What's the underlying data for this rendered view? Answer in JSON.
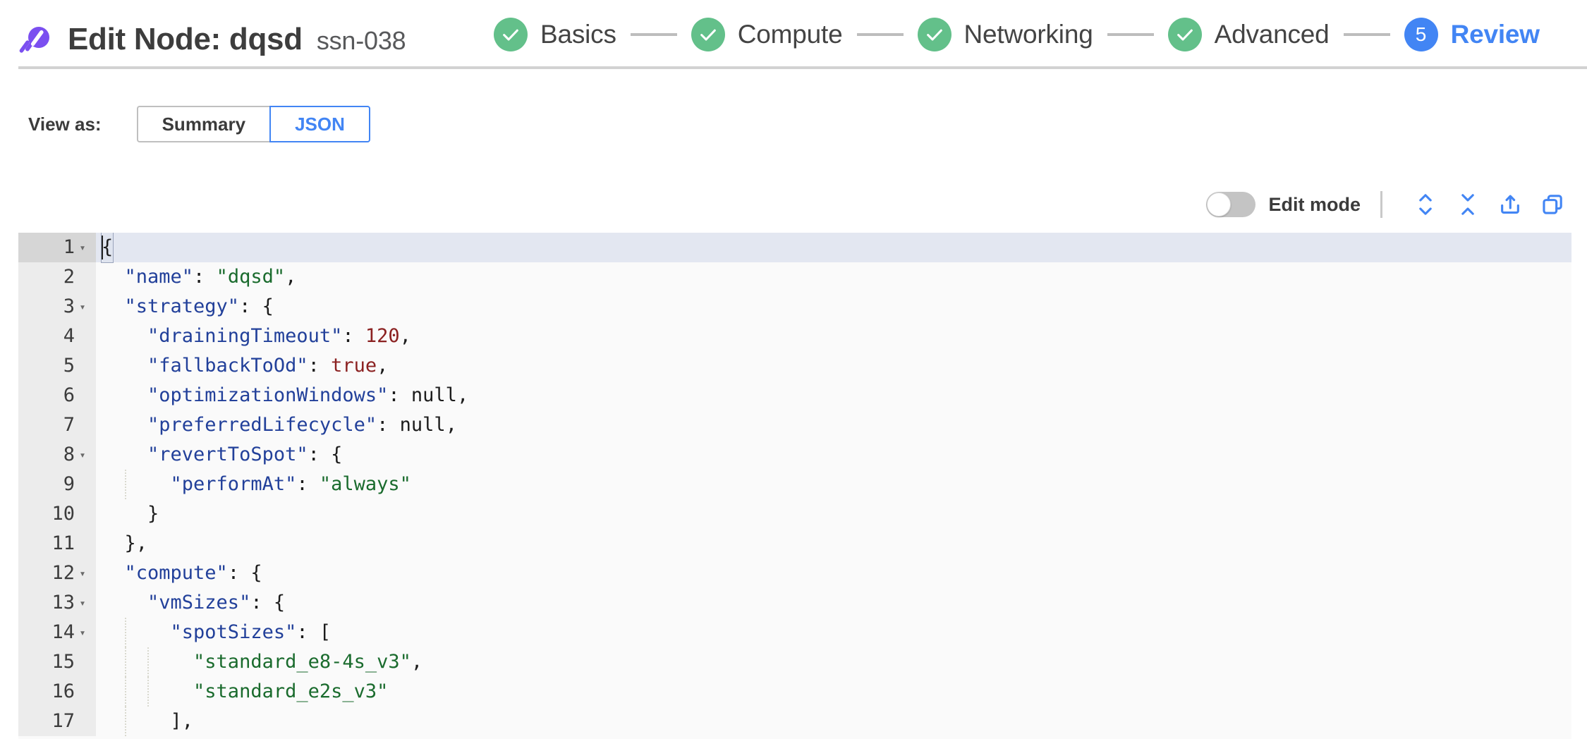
{
  "header": {
    "logo_icon": "spot-logo-icon",
    "title": "Edit Node: dqsd",
    "subtitle": "ssn-038",
    "steps": [
      {
        "label": "Basics",
        "state": "done",
        "badge": "✓"
      },
      {
        "label": "Compute",
        "state": "done",
        "badge": "✓"
      },
      {
        "label": "Networking",
        "state": "done",
        "badge": "✓"
      },
      {
        "label": "Advanced",
        "state": "done",
        "badge": "✓"
      },
      {
        "label": "Review",
        "state": "active",
        "badge": "5"
      }
    ]
  },
  "view_as": {
    "label": "View as:",
    "options": [
      {
        "label": "Summary",
        "selected": false
      },
      {
        "label": "JSON",
        "selected": true
      }
    ]
  },
  "editor_toolbar": {
    "edit_mode_label": "Edit mode",
    "edit_mode_on": false,
    "buttons": [
      {
        "name": "expand-all-icon",
        "title": "Expand all"
      },
      {
        "name": "collapse-all-icon",
        "title": "Collapse all"
      },
      {
        "name": "export-icon",
        "title": "Export"
      },
      {
        "name": "copy-icon",
        "title": "Copy"
      }
    ]
  },
  "colors": {
    "brand_purple": "#7b4ff0",
    "accent_blue": "#4285f4",
    "step_done_green": "#63c08a",
    "json_key": "#22409a",
    "json_string": "#1a6b2d",
    "json_number": "#8b2121",
    "active_line_bg": "#e3e7f1",
    "gutter_bg": "#ececec"
  },
  "code": {
    "active_line": 1,
    "lines": [
      {
        "num": 1,
        "fold": true,
        "indent": 0,
        "tokens": [
          {
            "t": "{",
            "c": "p",
            "hl": true
          }
        ]
      },
      {
        "num": 2,
        "fold": false,
        "indent": 1,
        "tokens": [
          {
            "t": "  \"name\"",
            "c": "k"
          },
          {
            "t": ": ",
            "c": "p"
          },
          {
            "t": "\"dqsd\"",
            "c": "s"
          },
          {
            "t": ",",
            "c": "p"
          }
        ]
      },
      {
        "num": 3,
        "fold": true,
        "indent": 1,
        "tokens": [
          {
            "t": "  \"strategy\"",
            "c": "k"
          },
          {
            "t": ": {",
            "c": "p"
          }
        ]
      },
      {
        "num": 4,
        "fold": false,
        "indent": 2,
        "tokens": [
          {
            "t": "    \"drainingTimeout\"",
            "c": "k"
          },
          {
            "t": ": ",
            "c": "p"
          },
          {
            "t": "120",
            "c": "n"
          },
          {
            "t": ",",
            "c": "p"
          }
        ]
      },
      {
        "num": 5,
        "fold": false,
        "indent": 2,
        "tokens": [
          {
            "t": "    \"fallbackToOd\"",
            "c": "k"
          },
          {
            "t": ": ",
            "c": "p"
          },
          {
            "t": "true",
            "c": "b"
          },
          {
            "t": ",",
            "c": "p"
          }
        ]
      },
      {
        "num": 6,
        "fold": false,
        "indent": 2,
        "tokens": [
          {
            "t": "    \"optimizationWindows\"",
            "c": "k"
          },
          {
            "t": ": ",
            "c": "p"
          },
          {
            "t": "null",
            "c": "z"
          },
          {
            "t": ",",
            "c": "p"
          }
        ]
      },
      {
        "num": 7,
        "fold": false,
        "indent": 2,
        "tokens": [
          {
            "t": "    \"preferredLifecycle\"",
            "c": "k"
          },
          {
            "t": ": ",
            "c": "p"
          },
          {
            "t": "null",
            "c": "z"
          },
          {
            "t": ",",
            "c": "p"
          }
        ]
      },
      {
        "num": 8,
        "fold": true,
        "indent": 2,
        "tokens": [
          {
            "t": "    \"revertToSpot\"",
            "c": "k"
          },
          {
            "t": ": {",
            "c": "p"
          }
        ]
      },
      {
        "num": 9,
        "fold": false,
        "indent": 3,
        "tokens": [
          {
            "t": "      \"performAt\"",
            "c": "k"
          },
          {
            "t": ": ",
            "c": "p"
          },
          {
            "t": "\"always\"",
            "c": "s"
          }
        ]
      },
      {
        "num": 10,
        "fold": false,
        "indent": 2,
        "tokens": [
          {
            "t": "    }",
            "c": "p"
          }
        ]
      },
      {
        "num": 11,
        "fold": false,
        "indent": 1,
        "tokens": [
          {
            "t": "  },",
            "c": "p"
          }
        ]
      },
      {
        "num": 12,
        "fold": true,
        "indent": 1,
        "tokens": [
          {
            "t": "  \"compute\"",
            "c": "k"
          },
          {
            "t": ": {",
            "c": "p"
          }
        ]
      },
      {
        "num": 13,
        "fold": true,
        "indent": 2,
        "tokens": [
          {
            "t": "    \"vmSizes\"",
            "c": "k"
          },
          {
            "t": ": {",
            "c": "p"
          }
        ]
      },
      {
        "num": 14,
        "fold": true,
        "indent": 3,
        "tokens": [
          {
            "t": "      \"spotSizes\"",
            "c": "k"
          },
          {
            "t": ": [",
            "c": "p"
          }
        ]
      },
      {
        "num": 15,
        "fold": false,
        "indent": 4,
        "tokens": [
          {
            "t": "        \"standard_e8-4s_v3\"",
            "c": "s"
          },
          {
            "t": ",",
            "c": "p"
          }
        ]
      },
      {
        "num": 16,
        "fold": false,
        "indent": 4,
        "tokens": [
          {
            "t": "        \"standard_e2s_v3\"",
            "c": "s"
          }
        ]
      },
      {
        "num": 17,
        "fold": false,
        "indent": 3,
        "tokens": [
          {
            "t": "      ],",
            "c": "p"
          }
        ]
      }
    ]
  }
}
